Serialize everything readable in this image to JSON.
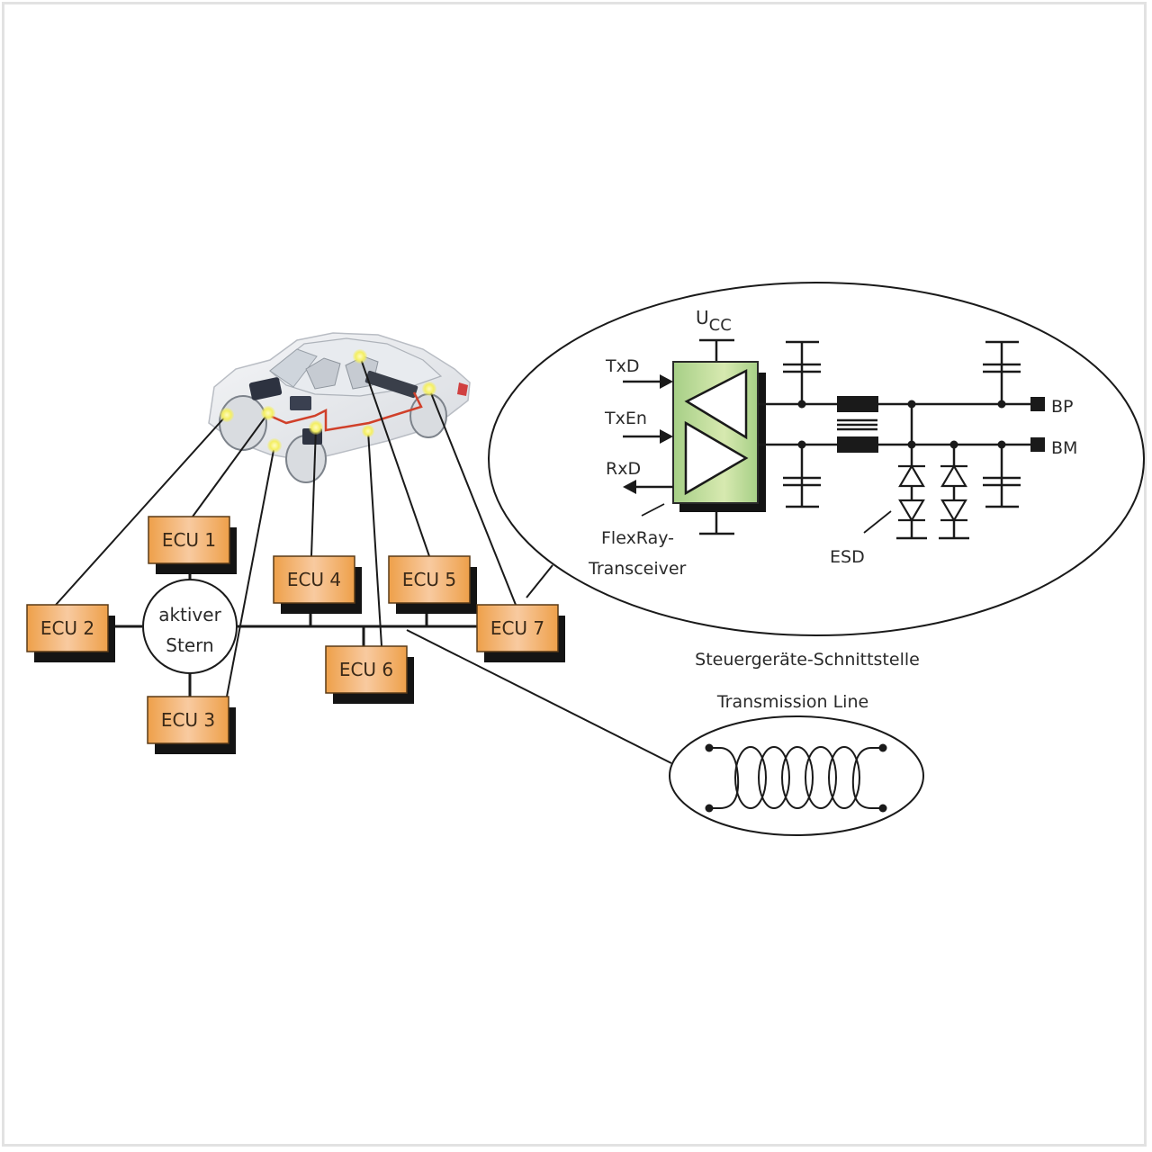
{
  "diagram": {
    "title": "FlexRay network topology with ECU interface and transmission line",
    "colors": {
      "ecu_fill": "#eea04a",
      "ecu_fill_light": "#f8caa0",
      "ecu_border": "#5a3a16",
      "shadow": "#141414",
      "transceiver_fill": "#a6cf86",
      "transceiver_light": "#d7e9b0",
      "node_marker": "#f4ef62",
      "harness": "#d0402a",
      "line": "#1a1a1a"
    },
    "star": {
      "label_line1": "aktiver",
      "label_line2": "Stern"
    },
    "ecus": [
      {
        "id": "ecu1",
        "label": "ECU 1"
      },
      {
        "id": "ecu2",
        "label": "ECU 2"
      },
      {
        "id": "ecu3",
        "label": "ECU 3"
      },
      {
        "id": "ecu4",
        "label": "ECU 4"
      },
      {
        "id": "ecu5",
        "label": "ECU 5"
      },
      {
        "id": "ecu6",
        "label": "ECU 6"
      },
      {
        "id": "ecu7",
        "label": "ECU 7"
      }
    ],
    "interface": {
      "supply_label": "U",
      "supply_subscript": "CC",
      "inputs": [
        "TxD",
        "TxEn"
      ],
      "output": "RxD",
      "transceiver_label_line1": "FlexRay-",
      "transceiver_label_line2": "Transceiver",
      "esd_label": "ESD",
      "bus_plus": "BP",
      "bus_minus": "BM",
      "caption": "Steuergeräte-Schnittstelle"
    },
    "transmission_line": {
      "caption": "Transmission Line"
    }
  }
}
